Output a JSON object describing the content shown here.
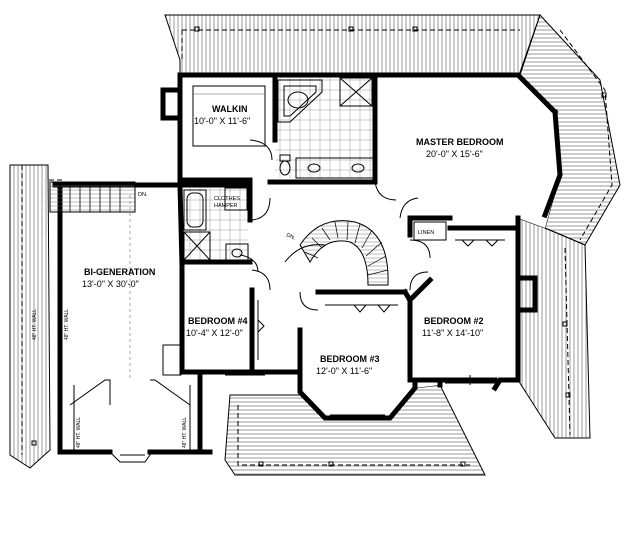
{
  "rooms": {
    "walkin": {
      "name": "WALKIN",
      "dims": "10'-0\" X 11'-6\""
    },
    "master": {
      "name": "MASTER BEDROOM",
      "dims": "20'-0\" X 15'-6\""
    },
    "bigen": {
      "name": "BI-GENERATION",
      "dims": "13'-0\" X 30'-0\""
    },
    "bed4": {
      "name": "BEDROOM #4",
      "dims": "10'-4\" X 12'-0\""
    },
    "bed3": {
      "name": "BEDROOM #3",
      "dims": "12'-0\" X 11'-6\""
    },
    "bed2": {
      "name": "BEDROOM #2",
      "dims": "11'-8\" X 14'-10\""
    }
  },
  "labels": {
    "clothes": "CLOTHES",
    "hamper": "HAMPER",
    "linen": "LINEN",
    "dn_top": "DN.",
    "dn_stair": "DN.",
    "wall_48_a": "48\" HT. WALL",
    "wall_48_b": "48\" HT. WALL",
    "wall_48_c": "48\" HT. WALL",
    "wall_48_d": "48\" HT. WALL"
  },
  "colors": {
    "line": "#000000",
    "roof": "#555555",
    "background": "#ffffff"
  }
}
